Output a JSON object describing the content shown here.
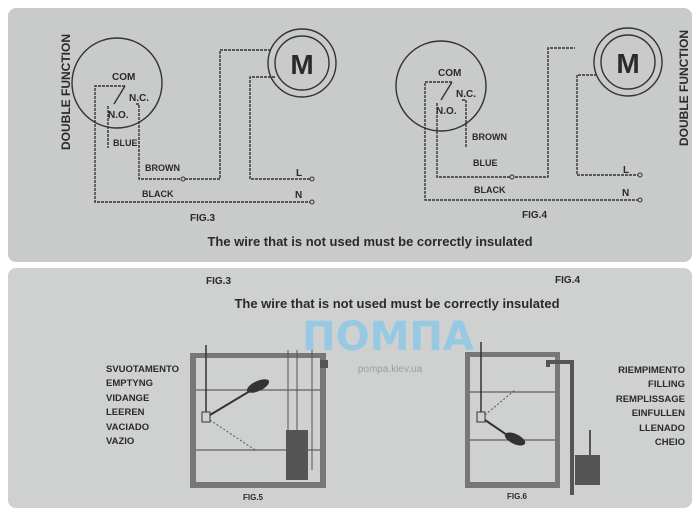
{
  "top_panel": {
    "fig3": {
      "side_label": "DOUBLE FUNCTION",
      "com": "COM",
      "nc": "N.C.",
      "no": "N.O.",
      "wire_blue": "BLUE",
      "wire_brown": "BROWN",
      "wire_black": "BLACK",
      "l": "L",
      "n": "N",
      "motor": "M",
      "caption": "FIG.3"
    },
    "fig4": {
      "side_label": "DOUBLE FUNCTION",
      "com": "COM",
      "nc": "N.C.",
      "no": "N.O.",
      "wire_brown": "BROWN",
      "wire_blue": "BLUE",
      "wire_black": "BLACK",
      "l": "L",
      "n": "N",
      "motor": "M",
      "caption": "FIG.4"
    },
    "note": "The wire that is not used must be correctly insulated"
  },
  "bottom_panel": {
    "fig3_caption": "FIG.3",
    "fig4_caption": "FIG.4",
    "note": "The wire that is not used must be correctly insulated",
    "watermark": {
      "logo": "ПОМПА",
      "url": "pompa.kiev.ua"
    },
    "emptying_labels": [
      "SVUOTAMENTO",
      "EMPTYNG",
      "VIDANGE",
      "LEEREN",
      "VACIADO",
      "VAZIO"
    ],
    "filling_labels": [
      "RIEMPIMENTO",
      "FILLING",
      "REMPLISSAGE",
      "EINFULLEN",
      "LLENADO",
      "CHEIO"
    ],
    "fig5_caption": "FIG.5",
    "fig6_caption": "FIG.6"
  },
  "colors": {
    "paper": "#cbcccc",
    "ink": "#2a2a2a",
    "watermark": "#8ec9e6"
  }
}
